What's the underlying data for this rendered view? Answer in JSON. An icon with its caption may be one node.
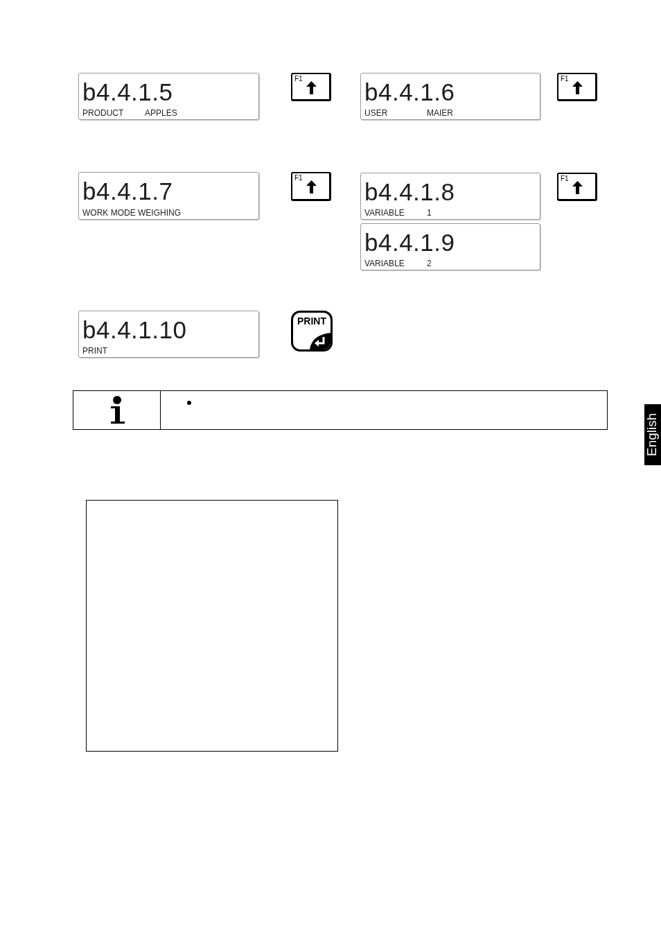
{
  "diagram": {
    "nodes": [
      {
        "text": [
          "b4.4.1.5",
          "PRODUCT",
          "APPLES"
        ]
      },
      {
        "text": [
          "F1"
        ]
      },
      {
        "text": [
          "b4.4.1.6",
          "USER",
          "MAIER"
        ]
      },
      {
        "text": [
          "F1"
        ]
      },
      {
        "text": [
          "b4.4.1.7",
          "WORK MODE WEIGHING"
        ]
      },
      {
        "text": [
          "F1"
        ]
      },
      {
        "text": [
          "b4.4.1.8",
          "VARIABLE",
          "1"
        ]
      },
      {
        "text": [
          "b4.4.1.9",
          "VARIABLE",
          "2"
        ]
      },
      {
        "text": [
          "F1"
        ]
      },
      {
        "text": [
          "b4.4.1.10",
          "PRINT"
        ]
      },
      {
        "text": [
          "PRINT"
        ]
      },
      {
        "text": [],
        "shape": "box"
      },
      {
        "text": [],
        "shape": "box"
      }
    ],
    "labels": [
      "English"
    ]
  }
}
